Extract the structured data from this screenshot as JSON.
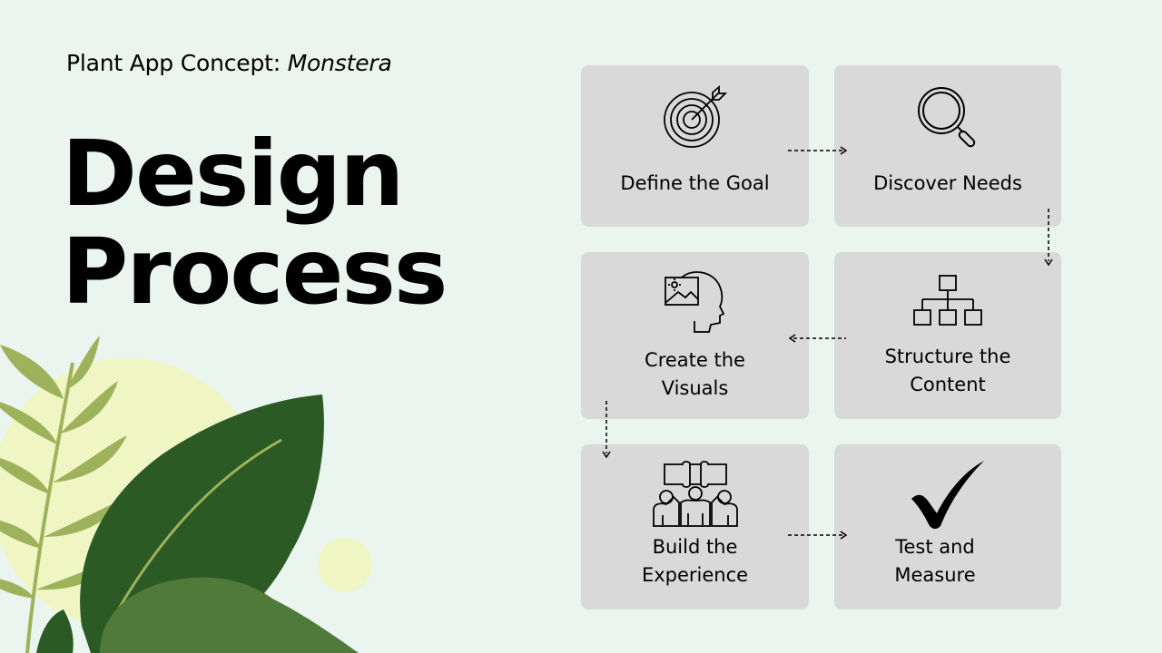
{
  "header": {
    "subtitle_prefix": "Plant App Concept: ",
    "subtitle_italic": "Monstera",
    "title_line1": "Design",
    "title_line2": "Process"
  },
  "steps": [
    {
      "label": "Define the Goal",
      "icon": "target-icon"
    },
    {
      "label": "Discover Needs",
      "icon": "magnifier-icon"
    },
    {
      "label": "Structure the\nContent",
      "icon": "hierarchy-icon"
    },
    {
      "label": "Create the\nVisuals",
      "icon": "head-image-icon"
    },
    {
      "label": "Build the\nExperience",
      "icon": "team-puzzle-icon"
    },
    {
      "label": "Test and\nMeasure",
      "icon": "checkmark-icon"
    }
  ],
  "colors": {
    "background": "#eaf5ef",
    "card": "#d9d9d9",
    "leaf_dark": "#2b5a25",
    "leaf_mid": "#4f7a3a",
    "leaf_light": "#9db25a",
    "sun": "#f0f5c4"
  }
}
